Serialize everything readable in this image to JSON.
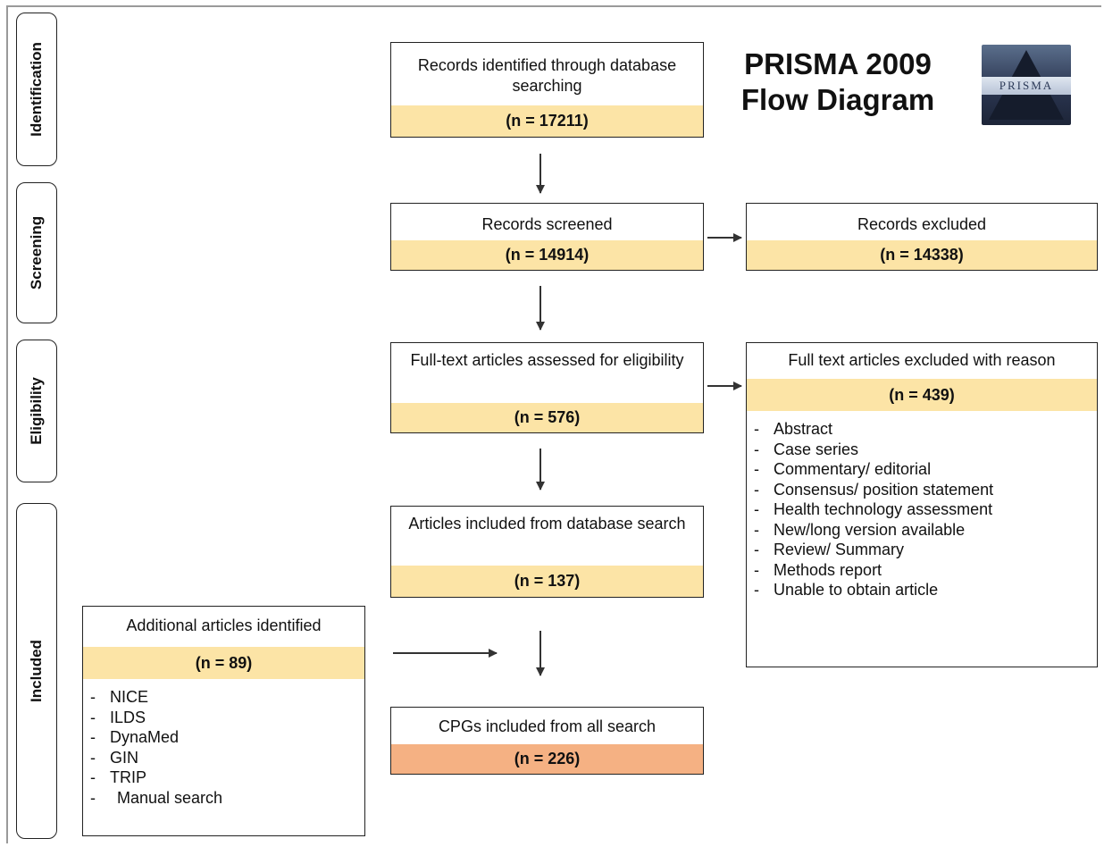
{
  "title": "PRISMA 2009 Flow Diagram",
  "logo_text": "PRISMA",
  "phases": {
    "identification": "Identification",
    "screening": "Screening",
    "eligibility": "Eligibility",
    "included": "Included"
  },
  "boxes": {
    "identified": {
      "label": "Records identified through database searching",
      "count": "(n = 17211)"
    },
    "screened": {
      "label": "Records screened",
      "count": "(n = 14914)"
    },
    "excluded": {
      "label": "Records excluded",
      "count": "(n = 14338)"
    },
    "fulltext": {
      "label": "Full-text articles assessed for eligibility",
      "count": "(n = 576)"
    },
    "fulltext_excluded": {
      "label": "Full text articles excluded with reason",
      "count": "(n = 439)",
      "reasons": [
        "Abstract",
        "Case series",
        "Commentary/ editorial",
        "Consensus/ position statement",
        "Health technology assessment",
        "New/long version available",
        "Review/ Summary",
        "Methods report",
        "Unable to obtain article"
      ]
    },
    "included_db": {
      "label": "Articles included from database search",
      "count": "(n = 137)"
    },
    "additional": {
      "label": "Additional articles identified",
      "count": "(n = 89)",
      "sources": [
        "NICE",
        "ILDS",
        "DynaMed",
        "GIN",
        "TRIP",
        "Manual search"
      ]
    },
    "final": {
      "label": "CPGs included from all search",
      "count": "(n = 226)"
    }
  },
  "list_marker": "-"
}
